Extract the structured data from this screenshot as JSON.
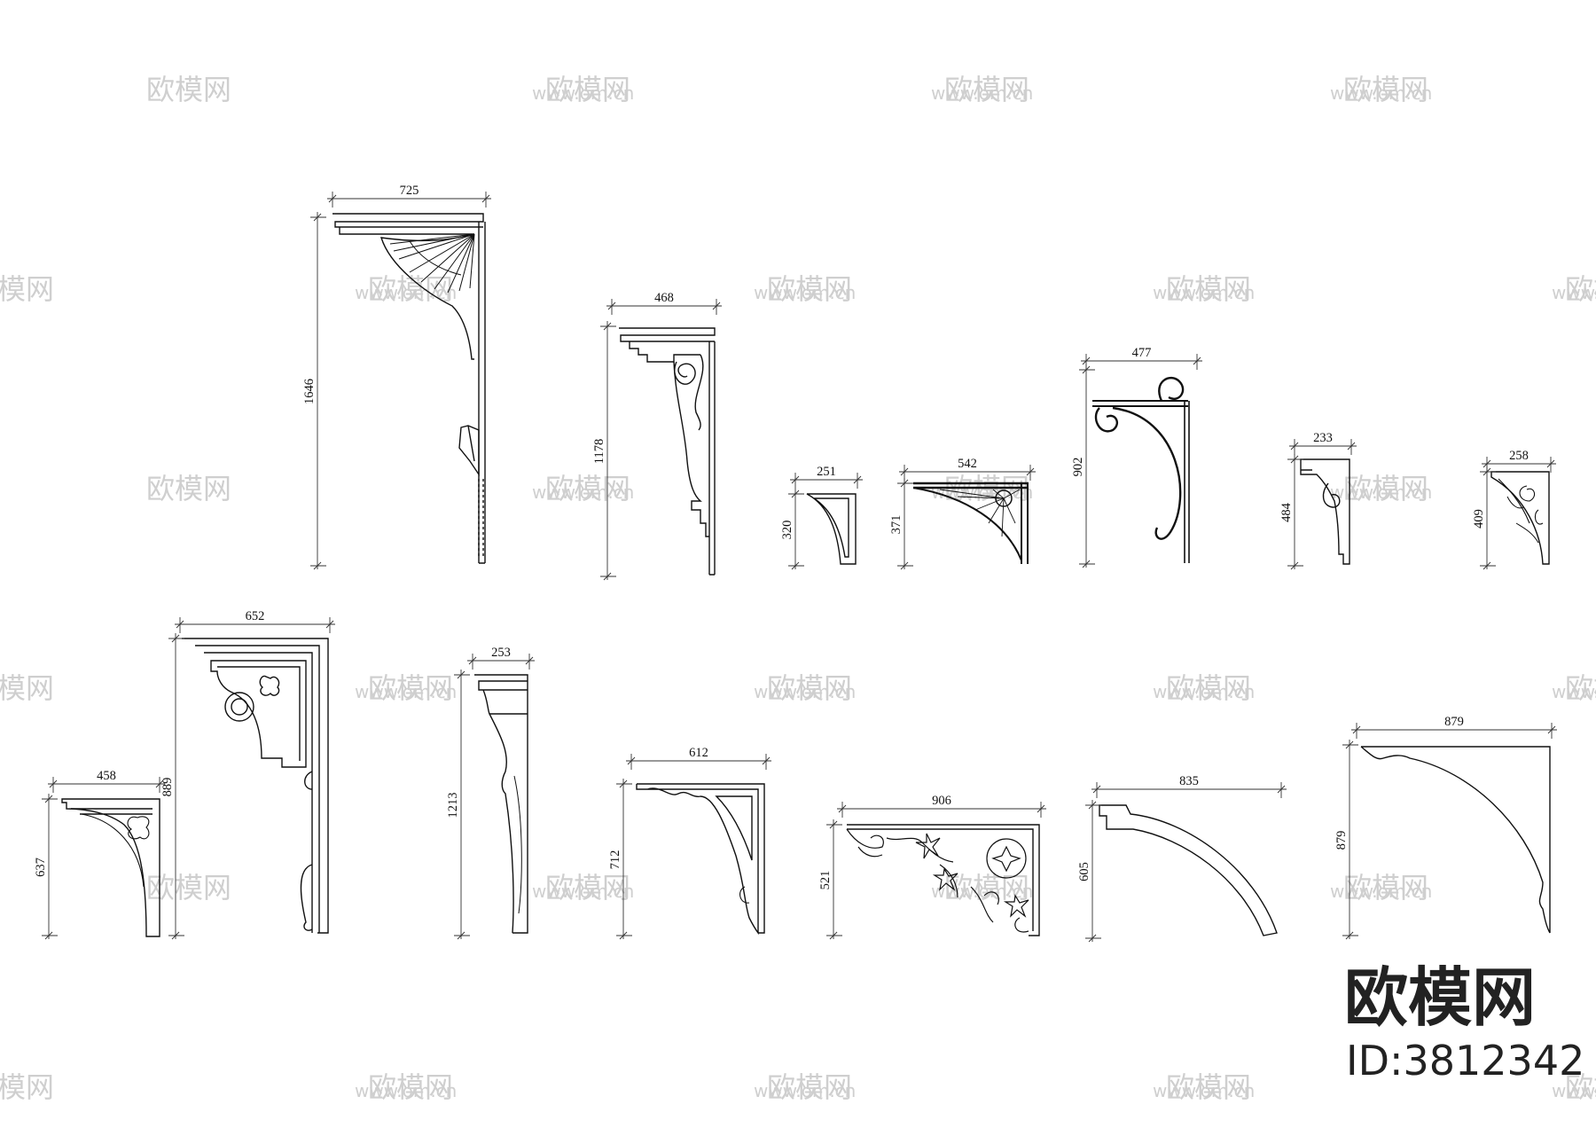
{
  "watermark": {
    "logo_text": "欧模网",
    "url_text": "www.om.cn"
  },
  "brand": {
    "name": "欧模网",
    "id_label": "ID:3812342"
  },
  "brackets": [
    {
      "id": "b1",
      "width": "725",
      "height": "1646"
    },
    {
      "id": "b2",
      "width": "468",
      "height": "1178"
    },
    {
      "id": "b3",
      "width": "251",
      "height": "320"
    },
    {
      "id": "b4",
      "width": "542",
      "height": "371"
    },
    {
      "id": "b5",
      "width": "477",
      "height": "902"
    },
    {
      "id": "b6",
      "width": "233",
      "height": "484"
    },
    {
      "id": "b7",
      "width": "258",
      "height": "409"
    },
    {
      "id": "b8",
      "width": "458",
      "height": "637"
    },
    {
      "id": "b9",
      "width": "652",
      "height": "889"
    },
    {
      "id": "b10",
      "width": "253",
      "height": "1213"
    },
    {
      "id": "b11",
      "width": "612",
      "height": "712"
    },
    {
      "id": "b12",
      "width": "906",
      "height": "521"
    },
    {
      "id": "b13",
      "width": "835",
      "height": "605"
    },
    {
      "id": "b14",
      "width": "879",
      "height": "879"
    }
  ]
}
